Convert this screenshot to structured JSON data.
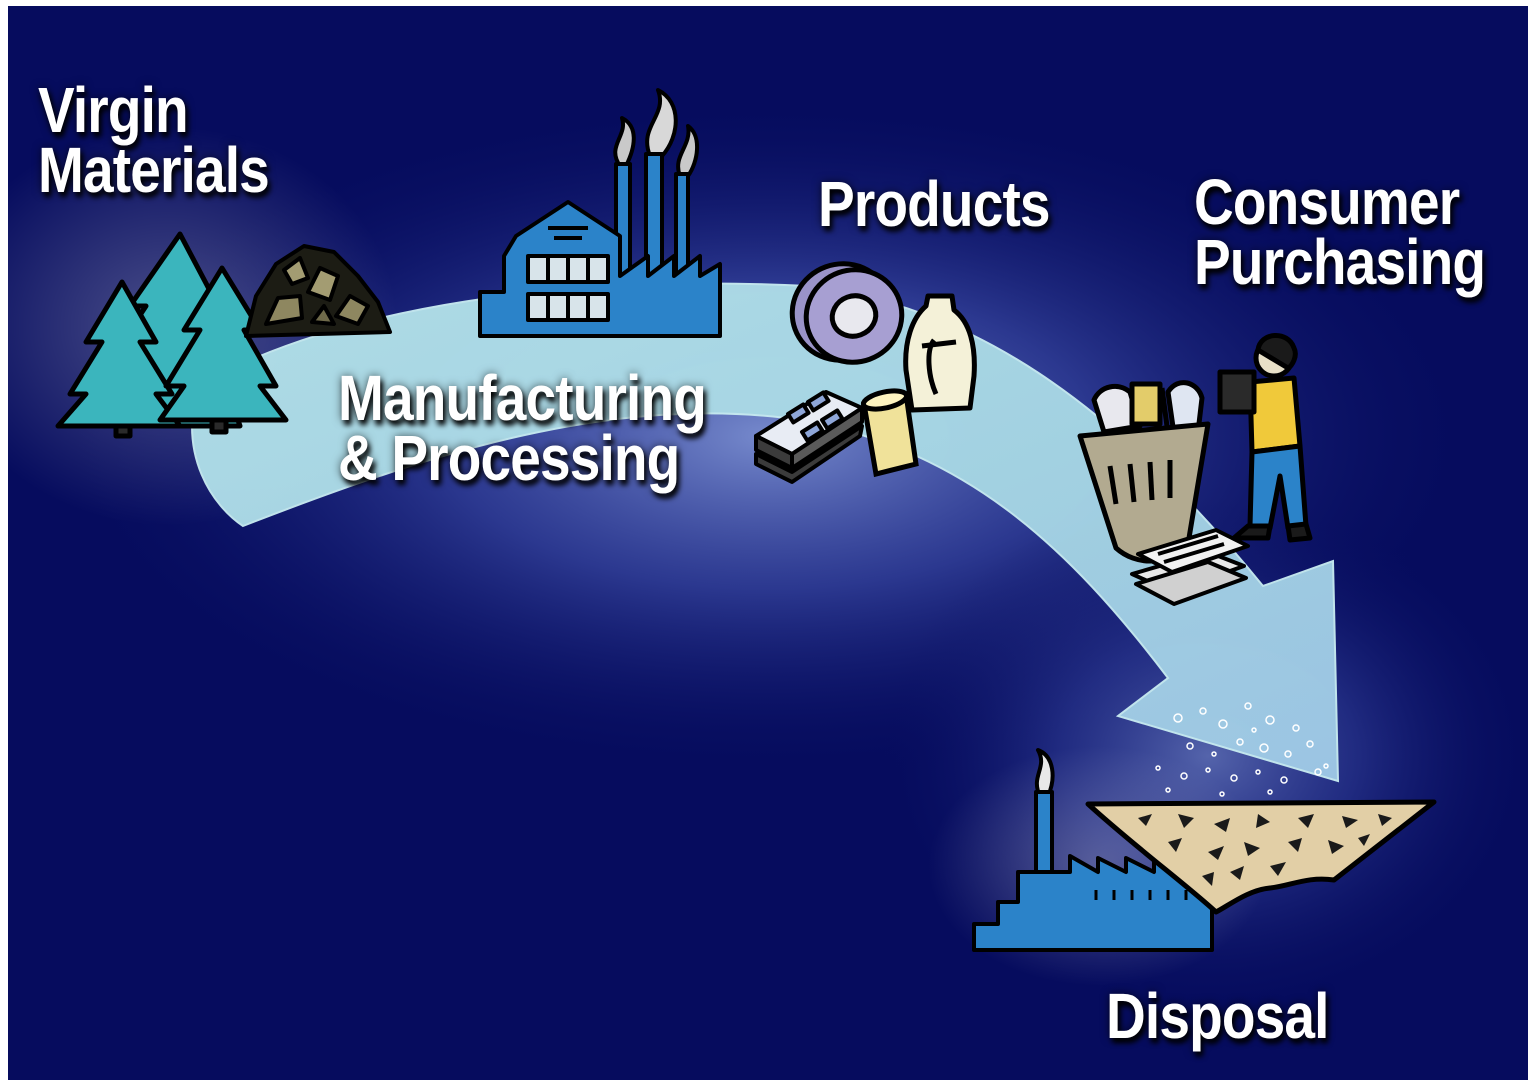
{
  "colors": {
    "background": "#060c5e",
    "arrow": "#a9d9e6",
    "glow": "#6a7fd0",
    "tree": "#3bb5bd",
    "factory": "#2b83c9",
    "label_text": "#ffffff"
  },
  "stages": {
    "virgin_materials": {
      "line1": "Virgin",
      "line2": "Materials",
      "icons": [
        "tree-icon",
        "rock-pile-icon"
      ]
    },
    "manufacturing": {
      "line1": "Manufacturing",
      "line2": "& Processing",
      "icons": [
        "factory-icon"
      ]
    },
    "products": {
      "line1": "Products",
      "icons": [
        "tire-icon",
        "jug-icon",
        "can-icon",
        "tray-icon"
      ]
    },
    "consumer": {
      "line1": "Consumer",
      "line2": "Purchasing",
      "icons": [
        "shopper-icon",
        "trash-can-icon",
        "newspaper-icon"
      ]
    },
    "disposal": {
      "line1": "Disposal",
      "icons": [
        "incinerator-icon",
        "landfill-icon"
      ]
    }
  }
}
